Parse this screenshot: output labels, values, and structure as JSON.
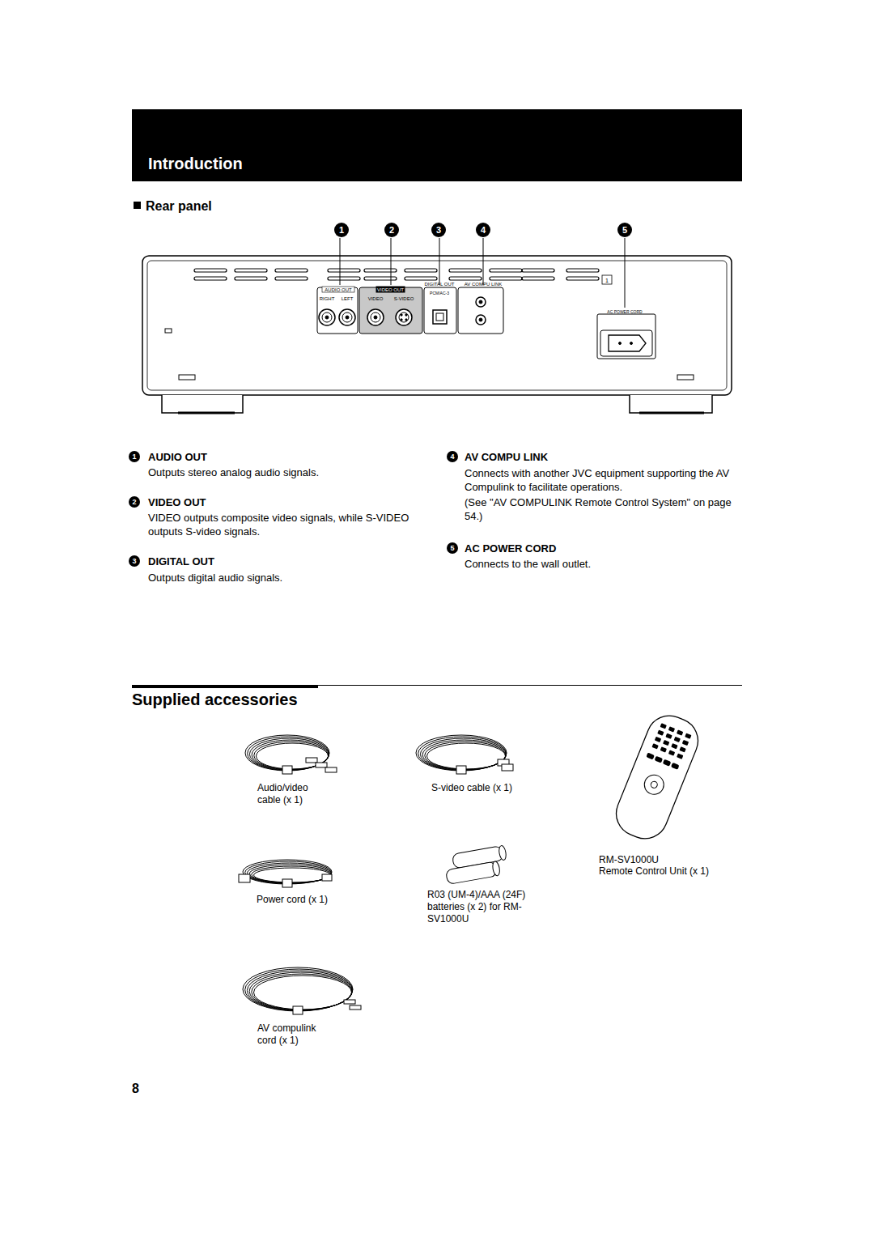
{
  "diagram": {
    "title": "Introduction",
    "labels": [
      "Rear panel",
      "1",
      "2",
      "3",
      "4",
      "5",
      "AUDIO OUT",
      "RIGHT",
      "LEFT",
      "VIDEO OUT",
      "VIDEO",
      "S-VIDEO",
      "DIGITAL OUT",
      "PCM/AC-3",
      "AV COMPU LINK",
      "1",
      "AC POWER CORD",
      "1",
      "AUDIO OUT",
      "Outputs stereo analog audio signals.",
      "2",
      "VIDEO OUT",
      "VIDEO outputs composite video signals, while S-VIDEO outputs S-video signals.",
      "3",
      "DIGITAL OUT",
      "Outputs digital audio signals.",
      "4",
      "AV COMPU LINK",
      "Connects with another JVC equipment supporting the AV Compulink to facilitate operations.",
      "(See \"AV COMPULINK Remote Control System\" on page 54.)",
      "5",
      "AC POWER CORD",
      "Connects to the wall outlet.",
      "Supplied accessories",
      "Audio/video cable (x 1)",
      "S-video cable (x 1)",
      "RM-SV1000U",
      "Remote Control Unit (x 1)",
      "Power cord (x 1)",
      "R03 (UM-4)/AAA (24F) batteries (x 2) for RM-SV1000U",
      "AV compulink cord (x 1)",
      "8"
    ]
  }
}
